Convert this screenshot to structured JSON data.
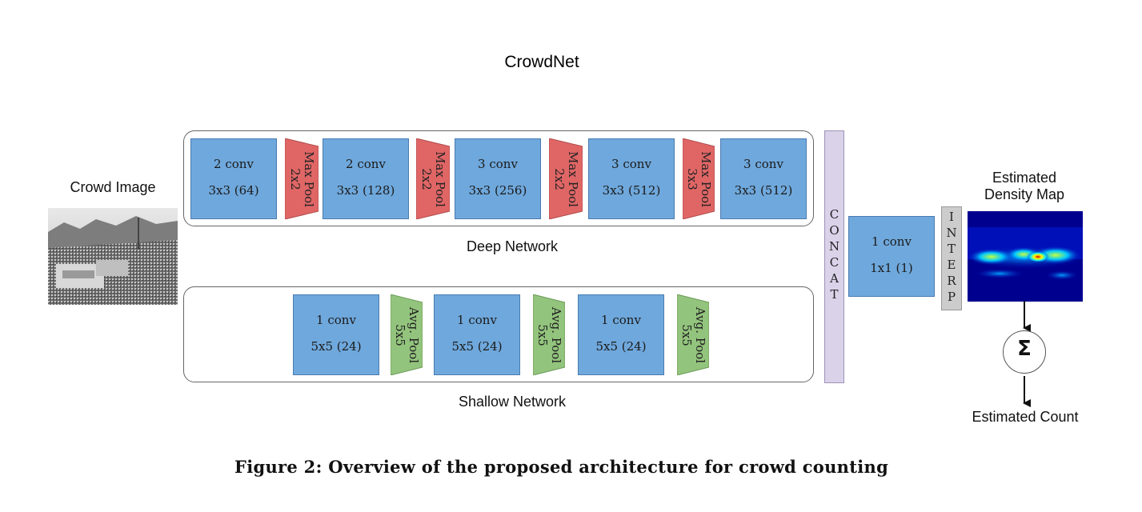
{
  "title": "CrowdNet",
  "input_label": "Crowd Image",
  "deep_network": {
    "label": "Deep Network",
    "blocks": [
      {
        "kind": "conv",
        "line1": "2 conv",
        "line2": "3x3 (64)"
      },
      {
        "kind": "pool",
        "line1": "Max Pool",
        "line2": "2x2"
      },
      {
        "kind": "conv",
        "line1": "2 conv",
        "line2": "3x3 (128)"
      },
      {
        "kind": "pool",
        "line1": "Max Pool",
        "line2": "2x2"
      },
      {
        "kind": "conv",
        "line1": "3 conv",
        "line2": "3x3 (256)"
      },
      {
        "kind": "pool",
        "line1": "Max Pool",
        "line2": "2x2"
      },
      {
        "kind": "conv",
        "line1": "3 conv",
        "line2": "3x3 (512)"
      },
      {
        "kind": "pool",
        "line1": "Max Pool",
        "line2": "3x3"
      },
      {
        "kind": "conv",
        "line1": "3 conv",
        "line2": "3x3 (512)"
      }
    ]
  },
  "shallow_network": {
    "label": "Shallow Network",
    "blocks": [
      {
        "kind": "conv",
        "line1": "1 conv",
        "line2": "5x5 (24)"
      },
      {
        "kind": "pool",
        "line1": "Avg. Pool",
        "line2": "5x5"
      },
      {
        "kind": "conv",
        "line1": "1 conv",
        "line2": "5x5 (24)"
      },
      {
        "kind": "pool",
        "line1": "Avg. Pool",
        "line2": "5x5"
      },
      {
        "kind": "conv",
        "line1": "1 conv",
        "line2": "5x5 (24)"
      },
      {
        "kind": "pool",
        "line1": "Avg. Pool",
        "line2": "5x5"
      }
    ]
  },
  "concat": {
    "letters": [
      "C",
      "O",
      "N",
      "C",
      "A",
      "T"
    ]
  },
  "final_conv": {
    "line1": "1 conv",
    "line2": "1x1 (1)"
  },
  "interp": {
    "letters": [
      "I",
      "N",
      "T",
      "E",
      "R",
      "P"
    ]
  },
  "density_map_label": {
    "line1": "Estimated",
    "line2": "Density Map"
  },
  "sum_symbol": "Σ",
  "count_label": "Estimated Count",
  "caption": "Figure 2: Overview of the proposed architecture for crowd counting",
  "colors": {
    "conv": "#6fa8dc",
    "max_pool": "#e06666",
    "avg_pool": "#93c47d",
    "concat": "#d9d2e9",
    "interp": "#cccccc"
  }
}
